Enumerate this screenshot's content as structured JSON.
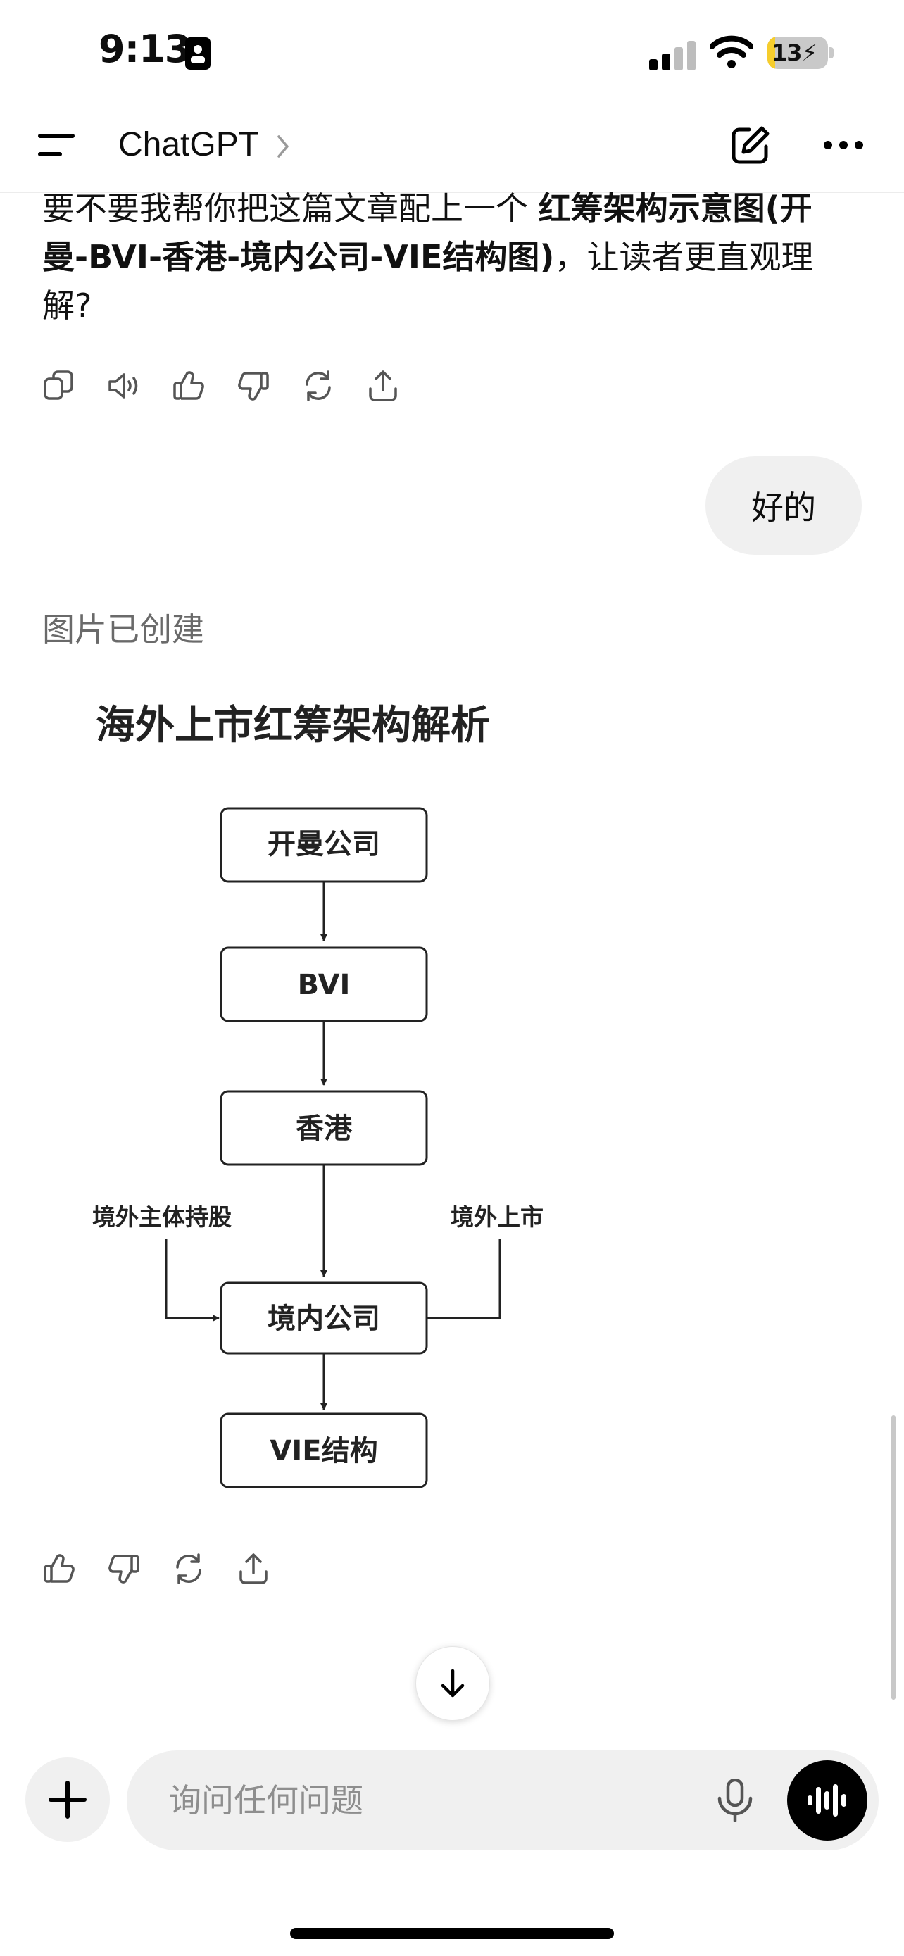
{
  "status_bar": {
    "time": "9:13",
    "battery_level": "13",
    "battery_fraction": 0.13,
    "icons": [
      "id-badge-icon",
      "cellular-signal-icon",
      "wifi-icon",
      "battery-charging-icon"
    ]
  },
  "header": {
    "title": "ChatGPT",
    "icons": [
      "menu-icon",
      "chevron-right-icon",
      "compose-icon",
      "more-icon"
    ]
  },
  "assistant_message": {
    "text_part1": "要不要我帮你把这篇文章配上一个 ",
    "text_bold": "红筹架构示意图(开曼-BVI-香港-境内公司-VIE结构图)",
    "text_part2": "，让读者更直观理解?",
    "actions": [
      "copy-icon",
      "read-aloud-icon",
      "thumbs-up-icon",
      "thumbs-down-icon",
      "regenerate-icon",
      "share-icon"
    ]
  },
  "user_message": {
    "text": "好的"
  },
  "image_status": "图片已创建",
  "diagram": {
    "title": "海外上市红筹架构解析",
    "nodes": [
      "开曼公司",
      "BVI",
      "香港",
      "境内公司",
      "VIE结构"
    ],
    "left_label": "境外主体持股",
    "right_label": "境外上市"
  },
  "image_actions": [
    "thumbs-up-icon",
    "thumbs-down-icon",
    "regenerate-icon",
    "share-icon"
  ],
  "composer": {
    "placeholder": "询问任何问题",
    "icons": [
      "plus-icon",
      "microphone-icon",
      "voice-mode-icon"
    ]
  },
  "scroll_button": "arrow-down-icon",
  "colors": {
    "accent": "#000000",
    "bubble": "#f0f0f0",
    "battery": "#f6cd2c"
  }
}
